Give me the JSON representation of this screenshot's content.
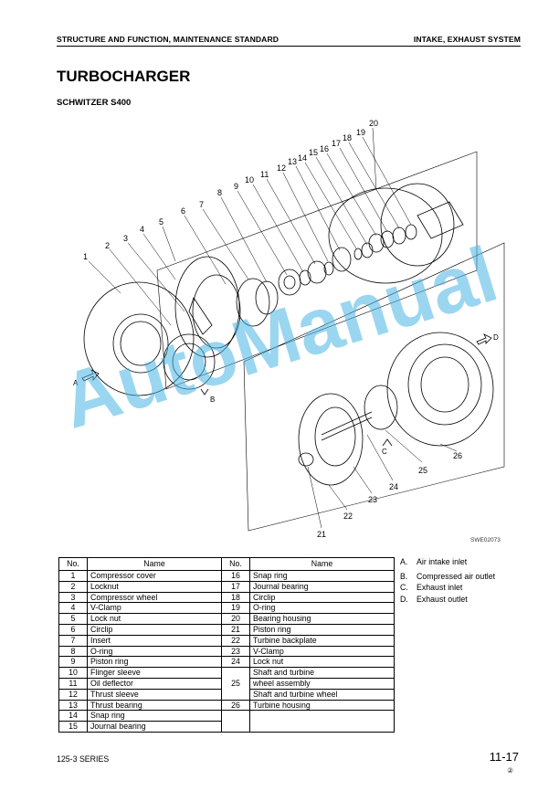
{
  "header": {
    "left": "STRUCTURE AND FUNCTION, MAINTENANCE STANDARD",
    "right": "INTAKE, EXHAUST SYSTEM"
  },
  "title": "TURBOCHARGER",
  "subtitle": "SCHWITZER S400",
  "figure": {
    "code": "SWE02073",
    "callouts": [
      "1",
      "2",
      "3",
      "4",
      "5",
      "6",
      "7",
      "8",
      "9",
      "10",
      "11",
      "12",
      "13",
      "14",
      "15",
      "16",
      "17",
      "18",
      "19",
      "20",
      "21",
      "22",
      "23",
      "24",
      "25",
      "26"
    ],
    "flow_labels": [
      "A",
      "B",
      "C",
      "D"
    ]
  },
  "watermark": "AutoManual",
  "table": {
    "col_no": "No.",
    "col_name": "Name",
    "left_rows": [
      {
        "no": "1",
        "name": "Compressor cover"
      },
      {
        "no": "2",
        "name": "Locknut"
      },
      {
        "no": "3",
        "name": "Compressor wheel"
      },
      {
        "no": "4",
        "name": "V-Clamp"
      },
      {
        "no": "5",
        "name": "Lock nut"
      },
      {
        "no": "6",
        "name": "Circlip"
      },
      {
        "no": "7",
        "name": "Insert"
      },
      {
        "no": "8",
        "name": "O-ring"
      },
      {
        "no": "9",
        "name": "Piston ring"
      },
      {
        "no": "10",
        "name": "Flinger sleeve"
      },
      {
        "no": "11",
        "name": "Oil deflector"
      },
      {
        "no": "12",
        "name": "Thrust sleeve"
      },
      {
        "no": "13",
        "name": "Thrust bearing"
      },
      {
        "no": "14",
        "name": "Snap ring"
      },
      {
        "no": "15",
        "name": "Journal bearing"
      }
    ],
    "right_rows": [
      {
        "no": "16",
        "name": "Snap ring"
      },
      {
        "no": "17",
        "name": "Journal bearing"
      },
      {
        "no": "18",
        "name": "Circlip"
      },
      {
        "no": "19",
        "name": "O-ring"
      },
      {
        "no": "20",
        "name": "Bearing housing"
      },
      {
        "no": "21",
        "name": "Piston ring"
      },
      {
        "no": "22",
        "name": "Turbine backplate"
      },
      {
        "no": "23",
        "name": "V-Clamp"
      },
      {
        "no": "24",
        "name": "Lock nut"
      },
      {
        "no": "25",
        "name_line1": "Shaft and turbine",
        "name_line2": "wheel assembly",
        "name_line3": "Shaft and turbine wheel"
      },
      {
        "no": "26",
        "name": "Turbine housing"
      }
    ]
  },
  "legend": [
    {
      "key": "A.",
      "text": "Air intake inlet"
    },
    {
      "key": "B.",
      "text": "Compressed air outlet"
    },
    {
      "key": "C.",
      "text": "Exhaust inlet"
    },
    {
      "key": "D.",
      "text": "Exhaust outlet"
    }
  ],
  "footer": {
    "series": "125-3 SERIES",
    "page": "11-17",
    "revision": "②"
  }
}
